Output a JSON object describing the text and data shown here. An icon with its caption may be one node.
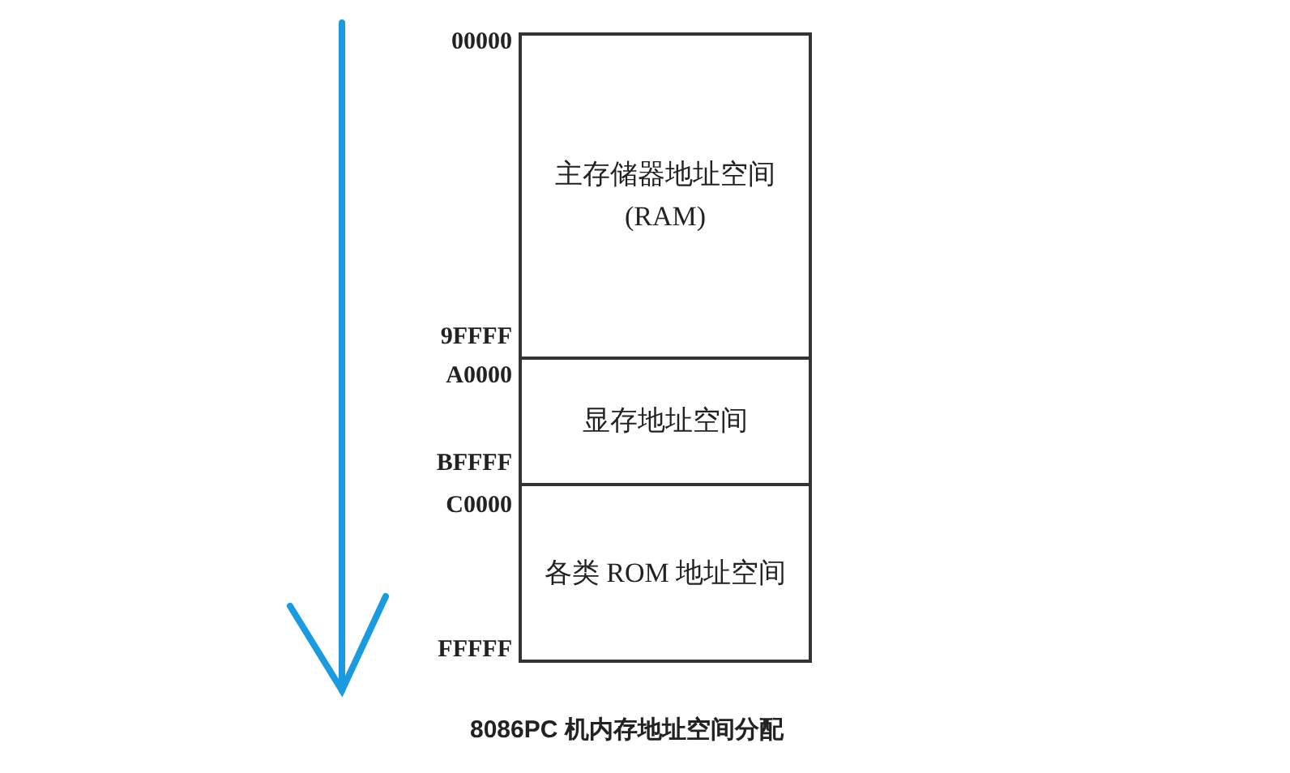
{
  "diagram": {
    "caption": "8086PC 机内存地址空间分配",
    "nodes": [
      {
        "text": [
          "主存储器地址空间 (RAM)"
        ]
      },
      {
        "text": [
          "显存地址空间"
        ]
      },
      {
        "text": [
          "各类 ROM 地址空间"
        ]
      }
    ],
    "labels": [
      "00000",
      "9FFFF",
      "A0000",
      "BFFFF",
      "C0000",
      "FFFFF"
    ]
  }
}
